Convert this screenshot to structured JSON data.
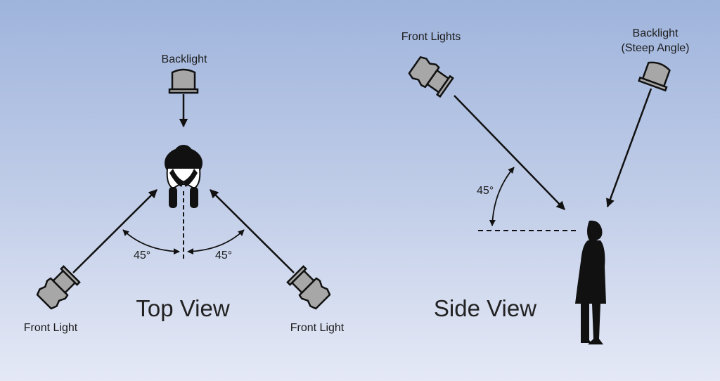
{
  "top_view": {
    "title": "Top View",
    "backlight_label": "Backlight",
    "front_light_left_label": "Front Light",
    "front_light_right_label": "Front Light",
    "angle_left": "45°",
    "angle_right": "45°"
  },
  "side_view": {
    "title": "Side View",
    "front_lights_label": "Front Lights",
    "backlight_label_line1": "Backlight",
    "backlight_label_line2": "(Steep Angle)",
    "angle": "45°"
  },
  "colors": {
    "light_fill": "#a7a7a7",
    "stroke": "#111111",
    "background_top": "#9fb4dc",
    "background_bottom": "#e5e9f6"
  }
}
